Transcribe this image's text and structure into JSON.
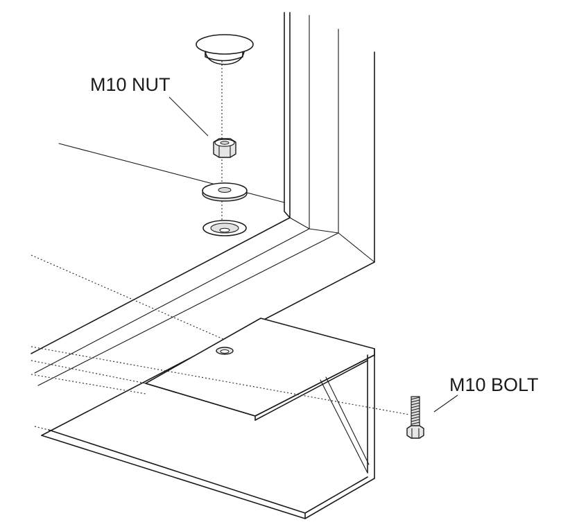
{
  "labels": {
    "nut": "M10 NUT",
    "bolt": "M10 BOLT"
  },
  "parts": [
    "cap",
    "nut",
    "flat-washer",
    "countersunk-washer",
    "bolt",
    "frame",
    "channel-bracket"
  ]
}
